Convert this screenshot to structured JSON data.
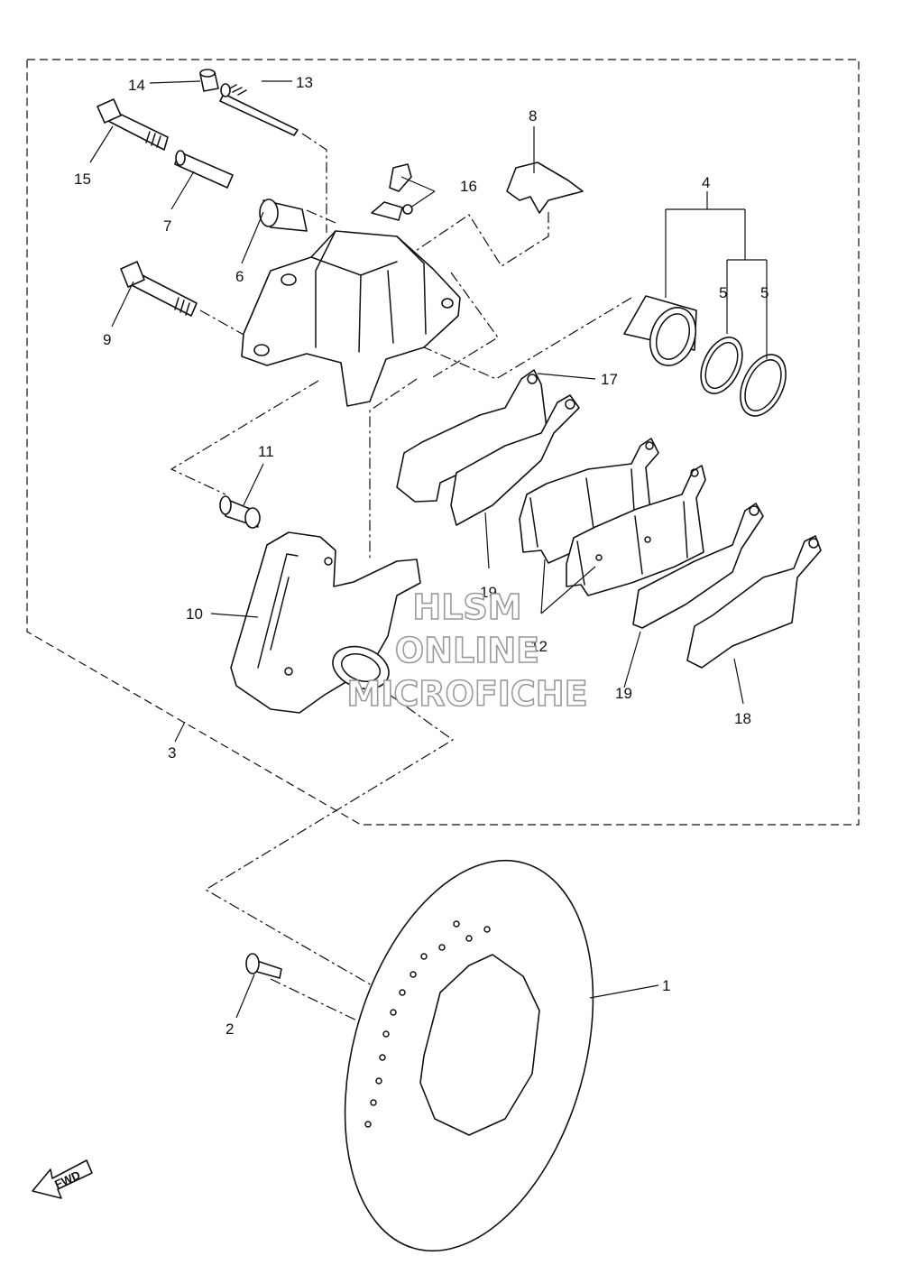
{
  "callouts": [
    {
      "id": "c1",
      "label": "1"
    },
    {
      "id": "c2",
      "label": "2"
    },
    {
      "id": "c3",
      "label": "3"
    },
    {
      "id": "c4",
      "label": "4"
    },
    {
      "id": "c5a",
      "label": "5"
    },
    {
      "id": "c5b",
      "label": "5"
    },
    {
      "id": "c6",
      "label": "6"
    },
    {
      "id": "c7",
      "label": "7"
    },
    {
      "id": "c8",
      "label": "8"
    },
    {
      "id": "c9",
      "label": "9"
    },
    {
      "id": "c10",
      "label": "10"
    },
    {
      "id": "c11",
      "label": "11"
    },
    {
      "id": "c12",
      "label": "12"
    },
    {
      "id": "c13",
      "label": "13"
    },
    {
      "id": "c14",
      "label": "14"
    },
    {
      "id": "c15",
      "label": "15"
    },
    {
      "id": "c16",
      "label": "16"
    },
    {
      "id": "c17",
      "label": "17"
    },
    {
      "id": "c18",
      "label": "18"
    },
    {
      "id": "c19a",
      "label": "19"
    },
    {
      "id": "c19b",
      "label": "19"
    }
  ],
  "watermark": {
    "line1": "HLSM",
    "line2": "ONLINE",
    "line3": "MICROFICHE"
  },
  "fwd_marker": {
    "text": "FWD"
  }
}
